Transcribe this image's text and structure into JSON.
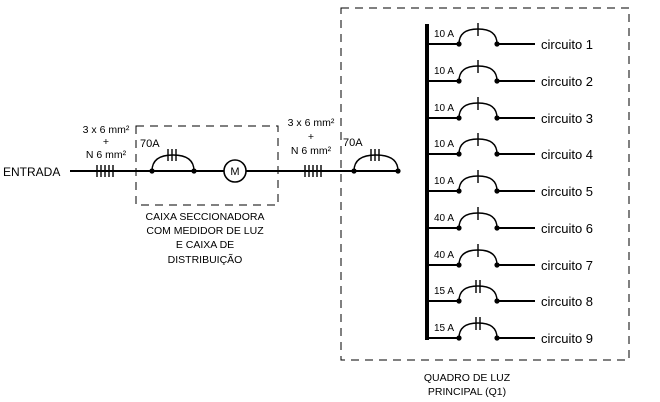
{
  "entrance": {
    "label": "ENTRADA",
    "cable_line1": "3 x 6 mm²",
    "cable_plus": "+",
    "cable_line2": "N 6 mm²"
  },
  "disconnect_box": {
    "breaker_label": "70A",
    "meter_symbol": "M",
    "caption": [
      "CAIXA SECCIONADORA",
      "COM MEDIDOR DE LUZ",
      "E CAIXA DE",
      "DISTRIBUIÇÃO"
    ]
  },
  "feeder": {
    "cable_line1": "3 x 6 mm²",
    "cable_plus": "+",
    "cable_line2": "N 6 mm²",
    "breaker_label": "70A"
  },
  "main_panel": {
    "caption": [
      "QUADRO DE LUZ",
      "PRINCIPAL (Q1)"
    ],
    "circuits": [
      {
        "rating": "10 A",
        "label": "circuito 1",
        "poles": 1
      },
      {
        "rating": "10 A",
        "label": "circuito 2",
        "poles": 1
      },
      {
        "rating": "10 A",
        "label": "circuito 3",
        "poles": 1
      },
      {
        "rating": "10 A",
        "label": "circuito 4",
        "poles": 1
      },
      {
        "rating": "10 A",
        "label": "circuito 5",
        "poles": 1
      },
      {
        "rating": "40 A",
        "label": "circuito 6",
        "poles": 1
      },
      {
        "rating": "40 A",
        "label": "circuito 7",
        "poles": 1
      },
      {
        "rating": "15 A",
        "label": "circuito 8",
        "poles": 2
      },
      {
        "rating": "15 A",
        "label": "circuito 9",
        "poles": 2
      }
    ]
  }
}
